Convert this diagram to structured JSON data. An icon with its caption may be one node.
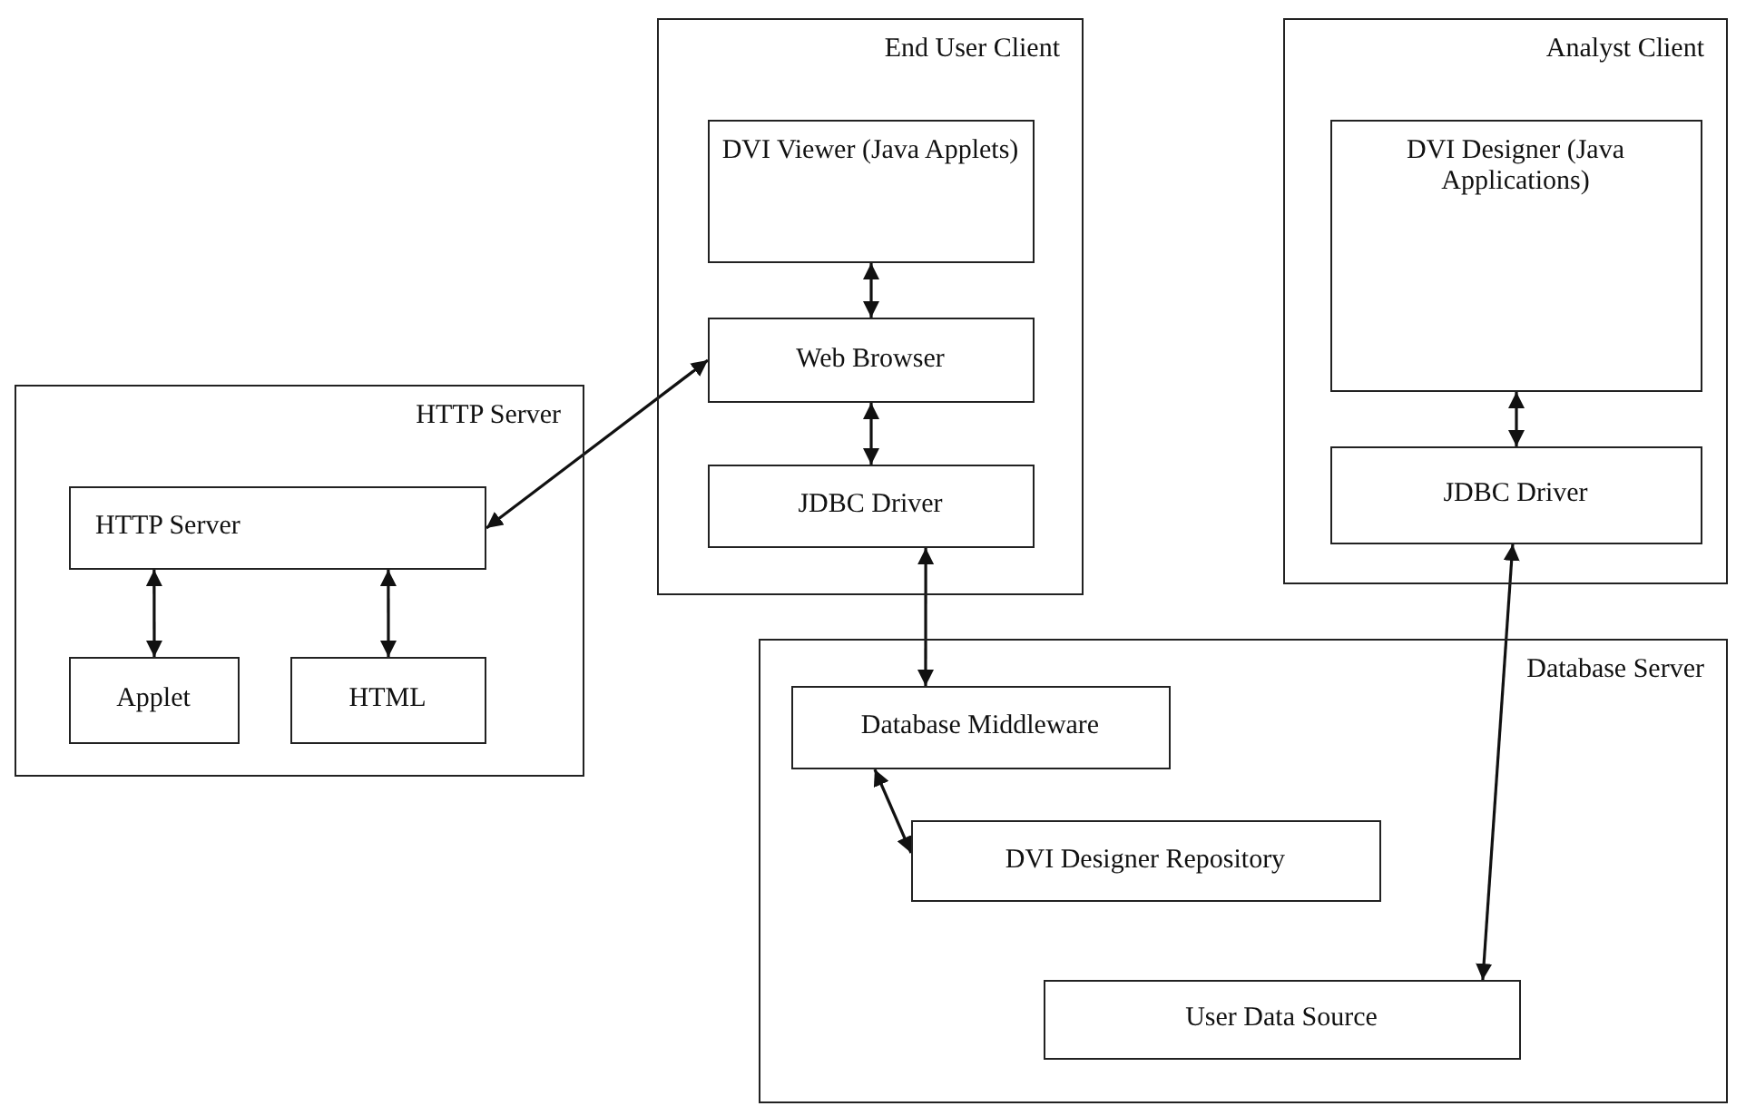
{
  "diagram": {
    "nodes": [
      {
        "text": [
          "HTTP Server"
        ]
      },
      {
        "text": [
          "HTTP Server"
        ],
        "in": 0
      },
      {
        "text": [
          "Applet"
        ],
        "in": 0
      },
      {
        "text": [
          "HTML"
        ],
        "in": 0
      },
      {
        "text": [
          "End User Client"
        ]
      },
      {
        "text": [
          "DVI Viewer (Java Applets)"
        ],
        "in": 4
      },
      {
        "text": [
          "Web Browser"
        ],
        "in": 4
      },
      {
        "text": [
          "JDBC Driver"
        ],
        "in": 4
      },
      {
        "text": [
          "Analyst Client"
        ]
      },
      {
        "text": [
          "DVI Designer (Java Applications)"
        ],
        "in": 8
      },
      {
        "text": [
          "JDBC Driver"
        ],
        "in": 8
      },
      {
        "text": [
          "Database Server"
        ]
      },
      {
        "text": [
          "Database Middleware"
        ],
        "in": 11
      },
      {
        "text": [
          "DVI Designer Repository"
        ],
        "in": 11
      },
      {
        "text": [
          "User Data Source"
        ],
        "in": 11
      }
    ],
    "edges": [
      {
        "from": 1,
        "to": 6,
        "arrow": "both"
      },
      {
        "from": 1,
        "to": 2,
        "arrow": "both"
      },
      {
        "from": 1,
        "to": 3,
        "arrow": "both"
      },
      {
        "from": 5,
        "to": 6,
        "arrow": "both"
      },
      {
        "from": 6,
        "to": 7,
        "arrow": "both"
      },
      {
        "from": 7,
        "to": 12,
        "arrow": "both"
      },
      {
        "from": 12,
        "to": 13,
        "arrow": "both"
      },
      {
        "from": 9,
        "to": 10,
        "arrow": "both"
      },
      {
        "from": 10,
        "to": 14,
        "arrow": "both"
      }
    ]
  }
}
